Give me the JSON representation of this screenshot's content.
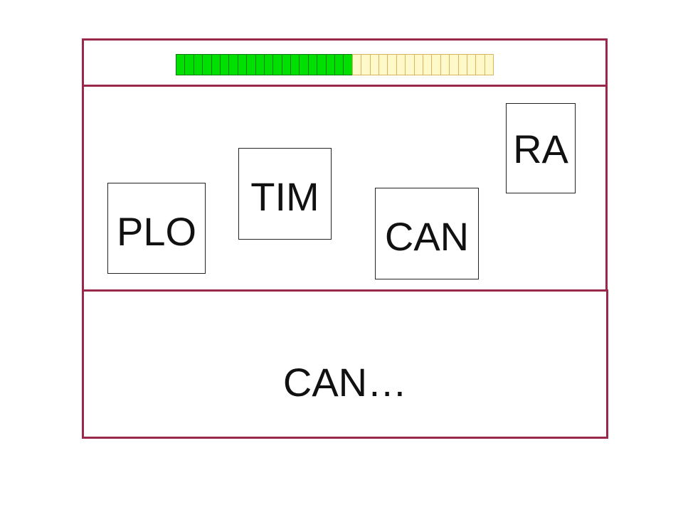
{
  "progress": {
    "filled_segments": 20,
    "total_segments": 36,
    "filled_color": "#00e000",
    "empty_color": "#fff8c8"
  },
  "cards": [
    {
      "id": "plo",
      "label": "PLO"
    },
    {
      "id": "tim",
      "label": "TIM"
    },
    {
      "id": "can",
      "label": "CAN"
    },
    {
      "id": "ra",
      "label": "RA"
    }
  ],
  "prompt": {
    "text": "CAN…"
  },
  "colors": {
    "panel_border": "#99284b"
  }
}
